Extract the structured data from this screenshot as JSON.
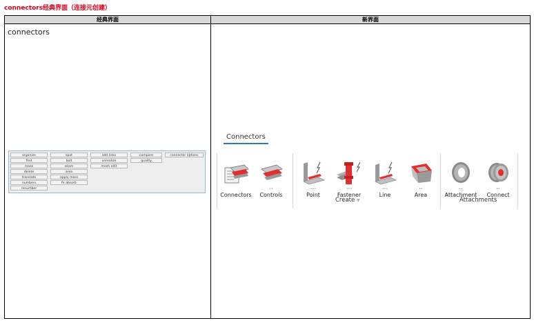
{
  "page": {
    "title": "connectors经典界面（连接元创建）"
  },
  "table": {
    "header_classic": "经典界面",
    "header_new": "新界面"
  },
  "classic": {
    "label": "connectors",
    "buttons": [
      [
        "organize",
        "spot",
        "add links",
        "compare",
        "connector options"
      ],
      [
        "find",
        "bolt",
        "unrealize",
        "quality",
        ""
      ],
      [
        "mask",
        "seam",
        "mesh edit",
        "",
        ""
      ],
      [
        "delete",
        "area",
        "",
        "",
        ""
      ],
      [
        "translate",
        "apply mass",
        "",
        "",
        ""
      ],
      [
        "numbers",
        "fe absorb",
        "",
        "",
        ""
      ],
      [
        "renumber",
        "",
        "",
        "",
        ""
      ]
    ]
  },
  "ribbon": {
    "title": "Connectors",
    "tools": [
      {
        "label": "Connectors",
        "dots": "",
        "icon": "connectors-browser-icon"
      },
      {
        "label": "Controls",
        "dots": "••",
        "icon": "connector-controls-icon"
      },
      {
        "label": "Point",
        "dots": "•••",
        "icon": "point-connector-icon"
      },
      {
        "label": "Fastener",
        "dots": "•••",
        "icon": "fastener-icon"
      },
      {
        "label": "Line",
        "dots": "•••",
        "icon": "line-connector-icon"
      },
      {
        "label": "Area",
        "dots": "••",
        "icon": "area-connector-icon"
      },
      {
        "label": "Attachment",
        "dots": "••",
        "icon": "attachment-icon"
      },
      {
        "label": "Connect",
        "dots": "••",
        "icon": "connect-icon"
      }
    ],
    "groups": {
      "create": "Create",
      "attachments": "Attachments"
    },
    "colors": {
      "accent_red": "#e03030",
      "underline_blue": "#2d7ab8",
      "title_red": "#e0001b"
    }
  }
}
